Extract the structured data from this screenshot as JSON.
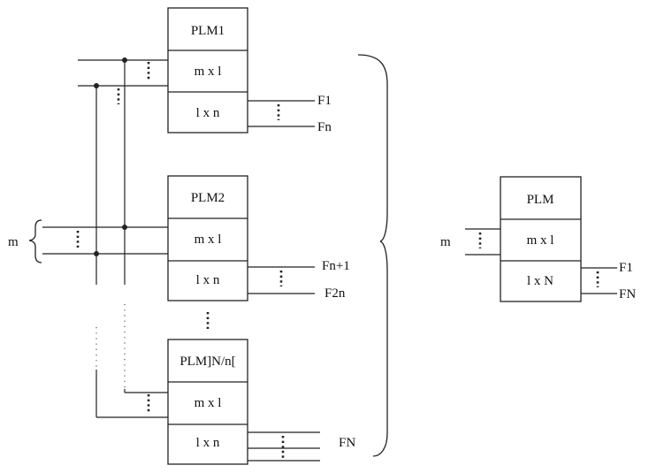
{
  "left_diagram": {
    "modules": [
      {
        "name": "PLM1",
        "and_array": "m x l",
        "or_array": "l x n",
        "outputs": [
          "F1",
          "Fn"
        ]
      },
      {
        "name": "PLM2",
        "and_array": "m x l",
        "or_array": "l x n",
        "outputs": [
          "Fn+1",
          "F2n"
        ]
      },
      {
        "name": "PLM]N/n[",
        "and_array": "m x l",
        "or_array": "l x n",
        "outputs": [
          "FN"
        ]
      }
    ],
    "input_label": "m"
  },
  "right_diagram": {
    "module": {
      "name": "PLM",
      "and_array": "m x l",
      "or_array": "l x N",
      "outputs": [
        "F1",
        "FN"
      ]
    },
    "input_label": "m"
  }
}
